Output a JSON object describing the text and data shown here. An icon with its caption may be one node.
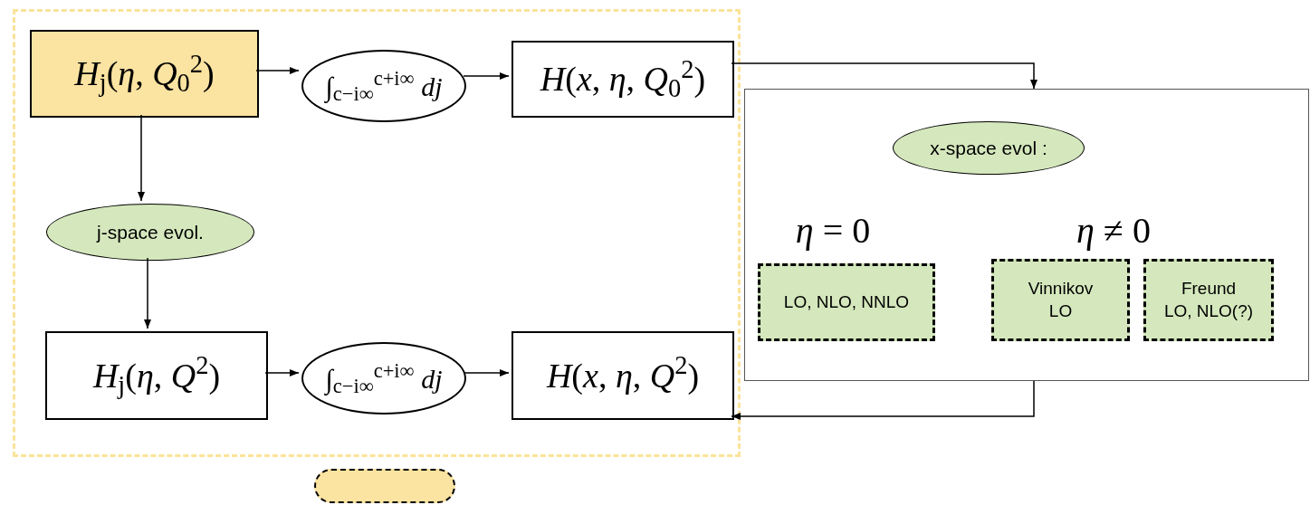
{
  "diagram": {
    "nodes": [
      {
        "text": [],
        "shape": "box"
      },
      {
        "text": [
          "*H*$_{j}$(*η*, *Q*$_{0}$$^{2}$)"
        ],
        "in": 0
      },
      {
        "text": [
          "∫$_{c−i∞}$$^{c+i∞}$ *dj*"
        ],
        "in": 0
      },
      {
        "text": [
          "*H*(*x*, *η*, *Q*$_{0}$$^{2}$)"
        ],
        "in": 0
      },
      {
        "text": [
          "j-space evol."
        ],
        "in": 0
      },
      {
        "text": [
          "*H*$_{j}$(*η*, *Q*$^{2}$)"
        ],
        "in": 0
      },
      {
        "text": [
          "∫$_{c−i∞}$$^{c+i∞}$ *dj*"
        ],
        "in": 0
      },
      {
        "text": [
          "*H*(*x*, *η*, *Q*$^{2}$)"
        ],
        "in": 0
      },
      {
        "text": [],
        "shape": "box"
      },
      {
        "text": [
          "x-space evol :"
        ],
        "in": 8
      },
      {
        "text": [
          "LO, NLO, NNLO"
        ],
        "in": 8
      },
      {
        "text": [
          "Vinnikov",
          "LO"
        ],
        "in": 8
      },
      {
        "text": [
          "Freund",
          "LO, NLO(?)"
        ],
        "in": 8
      },
      {
        "text": [],
        "shape": "pill"
      }
    ],
    "edges": [
      {
        "from": 1,
        "to": 2,
        "arrow": "to"
      },
      {
        "from": 2,
        "to": 3,
        "arrow": "to"
      },
      {
        "from": 3,
        "to": 8,
        "arrow": "to"
      },
      {
        "from": 1,
        "to": 4,
        "arrow": "to"
      },
      {
        "from": 4,
        "to": 5,
        "arrow": "to"
      },
      {
        "from": 5,
        "to": 6,
        "arrow": "to"
      },
      {
        "from": 6,
        "to": 7,
        "arrow": "to"
      },
      {
        "from": 8,
        "to": 7,
        "arrow": "to"
      }
    ],
    "labels": [
      "*η* = 0",
      "*η* ≠ 0"
    ]
  }
}
